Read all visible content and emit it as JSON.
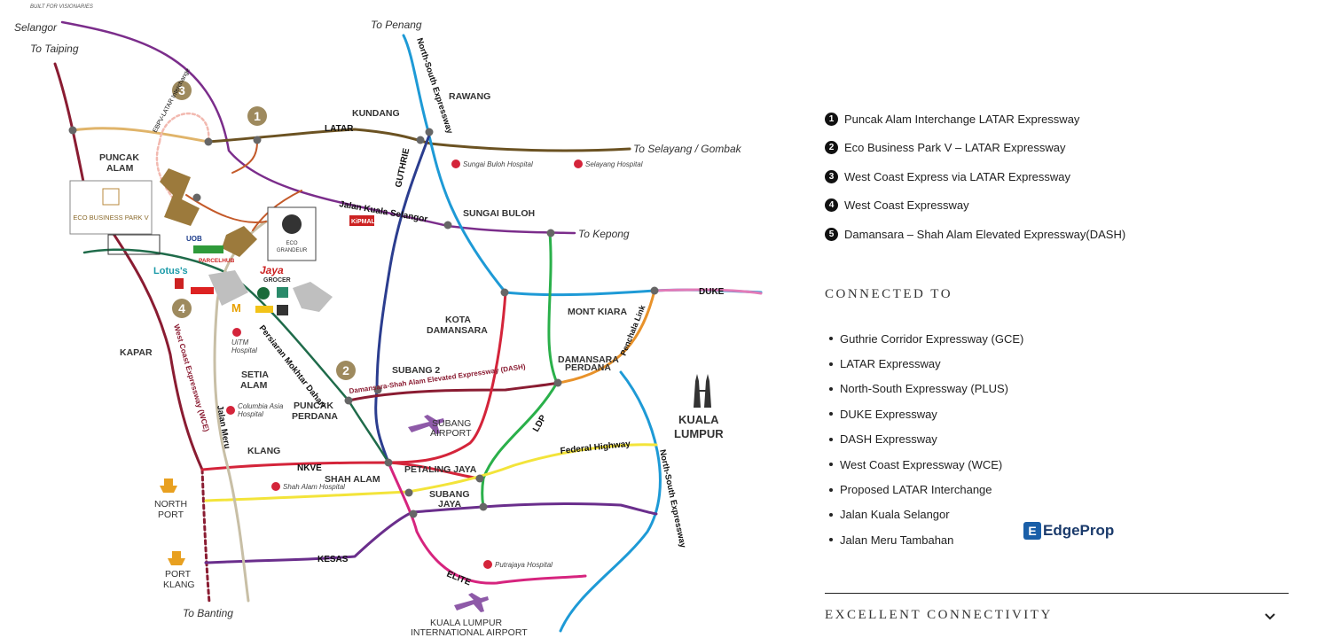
{
  "tagline": "BUILT FOR VISIONARIES",
  "map": {
    "destinations": {
      "selangor": "Selangor",
      "taiping": "To Taiping",
      "penang": "To Penang",
      "selayang": "To Selayang / Gombak",
      "kepong": "To Kepong",
      "banting": "To Banting"
    },
    "places": {
      "kundang": "KUNDANG",
      "rawang": "RAWANG",
      "puncak_alam_1": "PUNCAK",
      "puncak_alam_2": "ALAM",
      "sungai_buloh": "SUNGAI BULOH",
      "kota_damansara_1": "KOTA",
      "kota_damansara_2": "DAMANSARA",
      "mont_kiara": "MONT KIARA",
      "damansara_perdana_1": "DAMANSARA",
      "damansara_perdana_2": "PERDANA",
      "kapar": "KAPAR",
      "setia_alam_1": "SETIA",
      "setia_alam_2": "ALAM",
      "subang_2": "SUBANG 2",
      "puncak_perdana_1": "PUNCAK",
      "puncak_perdana_2": "PERDANA",
      "kuala_lumpur_1": "KUALA",
      "kuala_lumpur_2": "LUMPUR",
      "klang": "KLANG",
      "shah_alam": "SHAH ALAM",
      "petaling_jaya": "PETALING JAYA",
      "subang_jaya_1": "SUBANG",
      "subang_jaya_2": "JAYA",
      "north_port_1": "NORTH",
      "north_port_2": "PORT",
      "port_klang_1": "PORT",
      "port_klang_2": "KLANG",
      "subang_airport_1": "SUBANG",
      "subang_airport_2": "AIRPORT",
      "klia_1": "KUALA LUMPUR",
      "klia_2": "INTERNATIONAL AIRPORT"
    },
    "roads": {
      "latar": "LATAR",
      "duke": "DUKE",
      "ebpv_interchange": "EBPV-LATAR Interchange",
      "north_south_top": "North-South Expressway",
      "guthrie": "GUTHRIE",
      "jalan_kuala_selangor": "Jalan Kuala Selangor",
      "persiaran": "Persiaran Mokhtar Dahari",
      "dash": "Damansara-Shah Alam Elevated Expressway (DASH)",
      "penchala": "Penchala Link",
      "ldp": "LDP",
      "federal": "Federal Highway",
      "nkve": "NKVE",
      "kesas": "KESAS",
      "elite": "ELITE",
      "wce": "West Coast Expressway (WCE)",
      "jalan_meru": "Jalan Meru",
      "north_south_bottom": "North-South Expressway"
    },
    "hospitals": {
      "sungai_buloh": "Sungai Buloh Hospital",
      "selayang": "Selayang Hospital",
      "uitm_1": "UiTM",
      "uitm_2": "Hospital",
      "columbia_1": "Columbia Asia",
      "columbia_2": "Hospital",
      "shah_alam": "Shah Alam Hospital",
      "putrajaya": "Putrajaya Hospital"
    },
    "markers": [
      "1",
      "2",
      "3",
      "4"
    ],
    "brands": {
      "ebpv_1": "ECO BUSINESS PARK V",
      "eco_grandeur_1": "ECO",
      "eco_grandeur_2": "GRANDEUR",
      "lotus": "Lotus's",
      "jaya": "Jaya",
      "grocer": "GROCER",
      "uob": "UOB",
      "parcelhub": "PARCELHUB",
      "kipmall": "KiPMALL",
      "mcd": "M"
    }
  },
  "legend": [
    {
      "num": "1",
      "label": "Puncak Alam Interchange LATAR Expressway"
    },
    {
      "num": "2",
      "label": "Eco Business Park V – LATAR Expressway"
    },
    {
      "num": "3",
      "label": "West Coast Express via LATAR Expressway"
    },
    {
      "num": "4",
      "label": "West Coast Expressway"
    },
    {
      "num": "5",
      "label": "Damansara – Shah Alam Elevated Expressway(DASH)"
    }
  ],
  "connected": {
    "heading": "CONNECTED TO",
    "items": [
      "Guthrie Corridor Expressway (GCE)",
      "LATAR Expressway",
      "North-South Expressway (PLUS)",
      "DUKE Expressway",
      "DASH Expressway",
      "West Coast Expressway (WCE)",
      "Proposed LATAR Interchange",
      "Jalan Kuala Selangor",
      "Jalan Meru Tambahan"
    ]
  },
  "watermark": "EdgeProp",
  "accordion": {
    "label": "EXCELLENT CONNECTIVITY"
  },
  "colors": {
    "latar": "#6b5222",
    "interchange": "#e0b46a",
    "north_south": "#1e9ad6",
    "guthrie": "#2b3d8f",
    "jalan_kuala_selangor": "#7b2d8b",
    "duke": "#e37bb8",
    "wce": "#8a1c32",
    "federal": "#f3e43a",
    "nkve": "#d4243a",
    "ldp": "#2ab04a",
    "penchala": "#e8922a",
    "kesas": "#6a2e8c",
    "elite": "#d6247e",
    "persiaran": "#1f6b4a",
    "jalan_meru": "#c8bfa6",
    "marker": "#9e8a5e"
  }
}
